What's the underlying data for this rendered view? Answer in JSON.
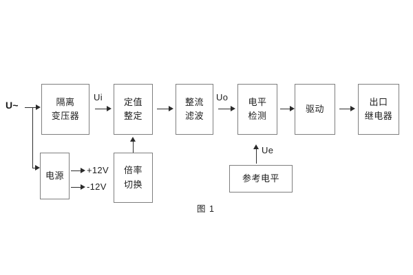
{
  "figure": {
    "caption": "图 1",
    "signal_labels": {
      "input": "U~",
      "ui": "Ui",
      "uo": "Uo",
      "ue": "Ue",
      "pos12": "+12V",
      "neg12": "-12V"
    },
    "blocks": [
      {
        "id": "isolation-transformer",
        "lines": [
          "隔离",
          "变压器"
        ]
      },
      {
        "id": "setting-value",
        "lines": [
          "定值",
          "整定"
        ]
      },
      {
        "id": "rectify-filter",
        "lines": [
          "整流",
          "滤波"
        ]
      },
      {
        "id": "level-detection",
        "lines": [
          "电平",
          "检测"
        ]
      },
      {
        "id": "drive",
        "lines": [
          "驱动"
        ]
      },
      {
        "id": "output-relay",
        "lines": [
          "出口",
          "继电器"
        ]
      },
      {
        "id": "power-supply",
        "lines": [
          "电源"
        ]
      },
      {
        "id": "multiplier-switch",
        "lines": [
          "倍率",
          "切换"
        ]
      },
      {
        "id": "reference-level",
        "lines": [
          "参考电平"
        ]
      }
    ],
    "colors": {
      "box_border": "#7d7d7d",
      "line": "#2b2b2b",
      "text": "#1d1d1d",
      "background": "#ffffff"
    }
  }
}
